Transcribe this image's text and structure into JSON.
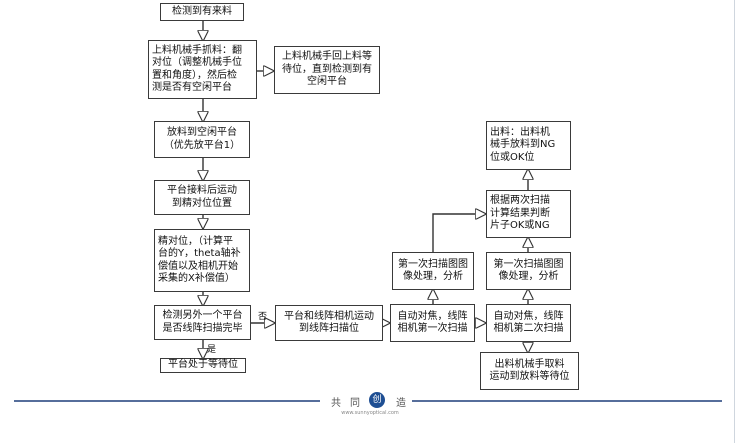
{
  "nodes": {
    "n1": "检测到有来料",
    "n2": "上料机械手抓料：翻\n对位（调整机械手位\n置和角度），然后检\n测是否有空闲平台",
    "n3": "上料机械手回上料等\n待位，直到检测到有\n空闲平台",
    "n4": "放料到空闲平台\n（优先放平台1）",
    "n5": "平台接料后运动\n到精对位位置",
    "n6": "精对位，（计算平\n台的Y，theta轴补\n偿值以及相机开始\n采集的X补偿值）",
    "n7": "检测另外一个平台\n是否线阵扫描完毕",
    "n8": "平台处于等待位",
    "n9": "平台和线阵相机运动\n到线阵扫描位",
    "n10": "自动对焦，线阵\n相机第一次扫描",
    "n11": "第一次扫描图图\n像处理，分析",
    "n12": "自动对焦，线阵\n相机第二次扫描",
    "n13": "第一次扫描图图\n像处理，分析",
    "n14": "根据两次扫描\n计算结果判断\n片子OK或NG",
    "n15": "出料：出料机\n械手放料到NG\n位或OK位",
    "n16": "出料机械手取料\n运动到放料等待位"
  },
  "edge_labels": {
    "no": "否",
    "yes": "是"
  },
  "footer": {
    "c1": "共",
    "c2": "同",
    "logo": "创",
    "c3": "造",
    "url": "www.sunnyoptical.com"
  },
  "colors": {
    "footer_line": "#1f3f7a",
    "logo_bg": "#1f4f93"
  }
}
